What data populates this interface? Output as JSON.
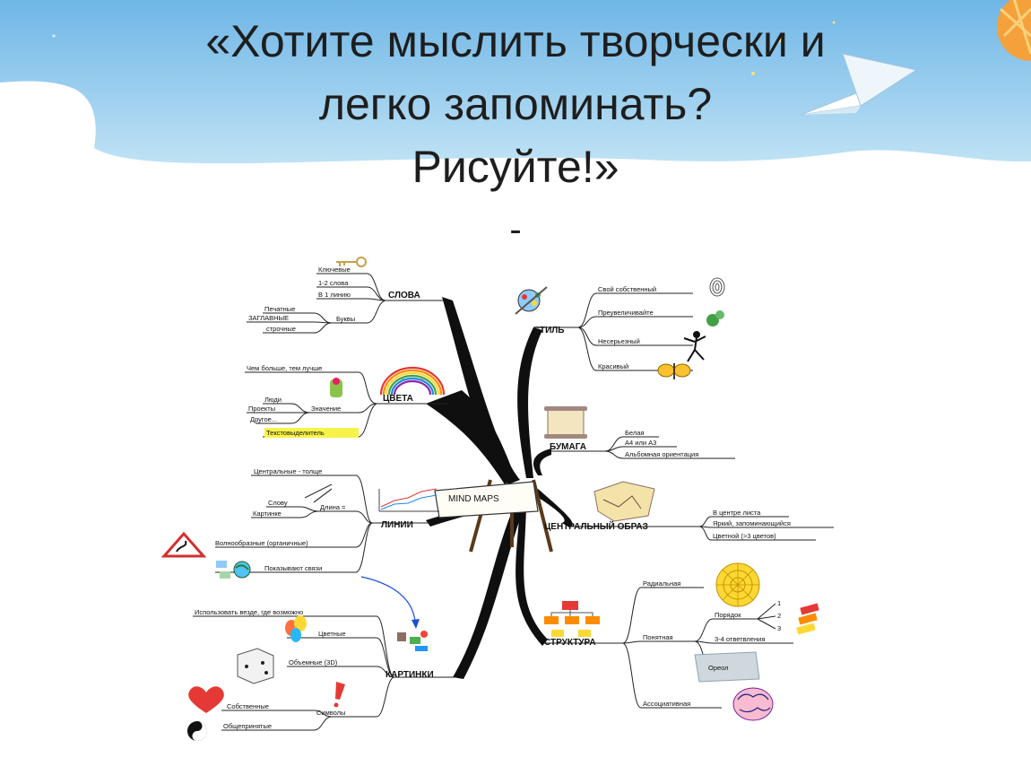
{
  "slide": {
    "title_lines": [
      "«Хотите мыслить творчески и",
      "легко запоминать?",
      "Рисуйте!»",
      "-"
    ]
  },
  "mindmap": {
    "center": "MIND MAPS",
    "branches": {
      "slova": {
        "label": "СЛОВА",
        "leaves": [
          "Ключевые",
          "1-2 слова",
          "В 1 линию",
          "Печатные",
          "ЗАГЛАВНЫЕ",
          "строчные",
          "Буквы"
        ]
      },
      "cveta": {
        "label": "ЦВЕТА",
        "leaves": [
          "Чем больше, тем лучше",
          "Люди",
          "Проекты",
          "Другое...",
          "Значение",
          "Текстовыделитель"
        ]
      },
      "linii": {
        "label": "ЛИНИИ",
        "leaves": [
          "Центральные - толще",
          "Слову",
          "Картинке",
          "Длина =",
          "Волнообразные (органичные)",
          "Показывают связи"
        ]
      },
      "kartinki": {
        "label": "КАРТИНКИ",
        "leaves": [
          "Использовать везде, где возможно",
          "Цветные",
          "Объемные (3D)",
          "Собственные",
          "Общепринятые",
          "Символы"
        ]
      },
      "stil": {
        "label": "СТИЛЬ",
        "leaves": [
          "Свой собственный",
          "Преувеличивайте",
          "Несерьезный",
          "Красивый"
        ]
      },
      "bumaga": {
        "label": "БУМАГА",
        "leaves": [
          "Белая",
          "А4 или А3",
          "Альбомная ориентация"
        ]
      },
      "obraz": {
        "label": "ЦЕНТРАЛЬНЫЙ ОБРАЗ",
        "leaves": [
          "В центре листа",
          "Яркий, запоминающийся",
          "Цветной (>3 цветов)"
        ]
      },
      "struktura": {
        "label": "СТРУКТУРА",
        "leaves": [
          "Радиальная",
          "Порядок",
          "1",
          "2",
          "3",
          "Понятная",
          "3-4 ответвления",
          "Ореол",
          "Ассоциативная"
        ]
      }
    },
    "icons": [
      "key-icon",
      "rainbow-icon",
      "hand-icon",
      "line-chart-icon",
      "road-sign-icon",
      "globe-icon",
      "balloons-icon",
      "dice-icon",
      "heart-icon",
      "yin-yang-icon",
      "exclamation-icon",
      "paint-icon",
      "fingerprint-icon",
      "plant-icon",
      "figure-icon",
      "butterfly-icon",
      "scroll-icon",
      "map-icon",
      "radial-icon",
      "flowchart-icon",
      "brain-icon",
      "easel-icon"
    ],
    "colors": {
      "rainbow": [
        "#e53935",
        "#fb8c00",
        "#fdd835",
        "#43a047",
        "#1e88e5",
        "#3949ab",
        "#8e24aa"
      ],
      "highlight": "#f7f34a",
      "link_arrow": "#1e4fd8",
      "sky": "#9dd0ee"
    }
  }
}
